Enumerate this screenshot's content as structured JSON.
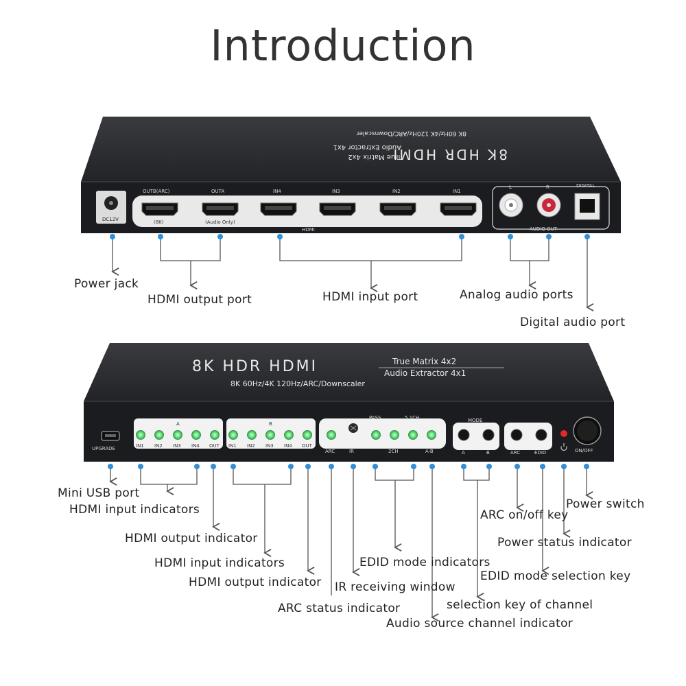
{
  "title": "Introduction",
  "rear_panel": {
    "top_text": {
      "brand": "8K HDR HDMI",
      "line1": "True Matrix 4x2",
      "line2": "Audio Extractor 4x1",
      "line3": "8K 60Hz/4K 120Hz/ARC/Downscaler"
    },
    "port_labels": {
      "power": "DC12V",
      "outb": "OUTB(ARC)",
      "outa": "OUTA",
      "in4": "IN4",
      "in3": "IN3",
      "in2": "IN2",
      "in1": "IN1",
      "outb_sub": "(8K)",
      "outa_sub": "(Audio Only)",
      "hdmi": "HDMI",
      "l": "L",
      "r": "R",
      "digital": "DIGITAL",
      "audio_out": "AUDIO OUT"
    }
  },
  "front_panel": {
    "brand": "8K HDR HDMI",
    "line1": "True Matrix 4x2",
    "line2": "Audio Extractor 4x1",
    "line3": "8K 60Hz/4K 120Hz/ARC/Downscaler",
    "upgrade": "UPGRADE",
    "group_a": "A",
    "group_b": "B",
    "in_labels": [
      "IN1",
      "IN2",
      "IN3",
      "IN4",
      "OUT"
    ],
    "pass": "PASS",
    "ch51": "5.1CH",
    "arc": "ARC",
    "ir": "IR",
    "ch2": "2CH",
    "ab": "A-B",
    "mode": "MODE",
    "mode_a": "A",
    "mode_b": "B",
    "arc_key": "ARC",
    "edid_key": "EDID",
    "onoff": "ON/OFF"
  },
  "callouts_top": {
    "power_jack": "Power jack",
    "hdmi_output_port": "HDMI output port",
    "hdmi_input_port": "HDMI input port",
    "analog_audio_ports": "Analog audio ports",
    "digital_audio_port": "Digital audio port"
  },
  "callouts_bottom": {
    "mini_usb_port": "Mini USB port",
    "hdmi_input_indicators_a": "HDMI input indicators",
    "hdmi_output_indicator_a": "HDMI output indicator",
    "hdmi_input_indicators_b": "HDMI input indicators",
    "hdmi_output_indicator_b": "HDMI output indicator",
    "arc_status_indicator": "ARC status indicator",
    "ir_receiving_window": "IR receiving window",
    "edid_mode_indicators": "EDID mode indicators",
    "audio_source_channel_indicator": "Audio source channel indicator",
    "selection_key_of_channel": "selection key of channel",
    "arc_on_off_key": "ARC on/off key",
    "power_status_indicator": "Power status indicator",
    "edid_mode_selection_key": "EDID mode selection key",
    "power_switch": "Power switch"
  },
  "colors": {
    "device_body": "#1e1f22",
    "device_top": "#2a2b2f",
    "led_green": "#5fe07a",
    "leader_blue": "#2f8fd8",
    "arrow": "#555555",
    "rca_red": "#c8283a",
    "power_led_red": "#e02a2a"
  },
  "icons": [
    "usb-port-icon",
    "power-icon",
    "ir-window-icon"
  ]
}
